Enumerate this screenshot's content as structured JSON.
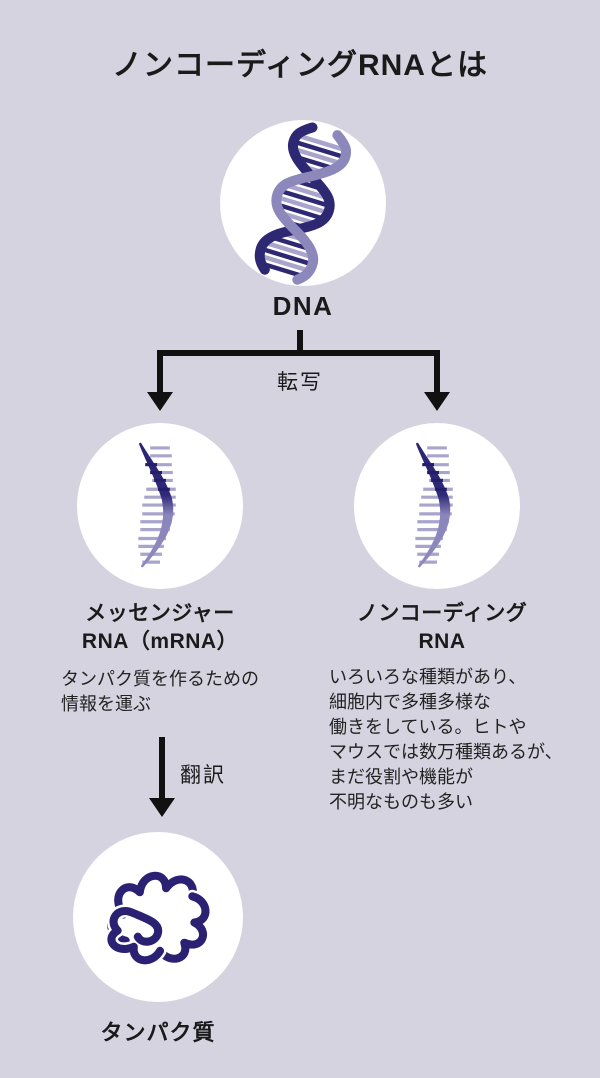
{
  "title": "ノンコーディングRNAとは",
  "colors": {
    "background": "#d6d3e0",
    "node_circle": "#ffffff",
    "arrow": "#111111",
    "text": "#1a1a1a",
    "helix_dark_navy": "#2e2873",
    "helix_periwinkle": "#8d88bb",
    "rung_lavender": "#a9a4cc",
    "protein_navy": "#2a2173"
  },
  "icons": {
    "dna": "dna-helix-icon",
    "mrna": "rna-strand-icon",
    "ncrna": "rna-strand-icon",
    "protein": "protein-tangle-icon"
  },
  "nodes": {
    "dna": {
      "label": "DNA"
    },
    "mrna": {
      "name_lines": [
        "メッセンジャー",
        "RNA（mRNA）"
      ],
      "desc_lines": [
        "タンパク質を作るための",
        "情報を運ぶ"
      ]
    },
    "ncrna": {
      "name_lines": [
        "ノンコーディング",
        "RNA"
      ],
      "desc_lines": [
        "いろいろな種類があり、",
        "細胞内で多種多様な",
        "働きをしている。ヒトや",
        "マウスでは数万種類あるが、",
        "まだ役割や機能が",
        "不明なものも多い"
      ]
    },
    "protein": {
      "label": "タンパク質"
    }
  },
  "edges": {
    "transcription": {
      "label": "転写"
    },
    "translation": {
      "label": "翻訳"
    }
  }
}
